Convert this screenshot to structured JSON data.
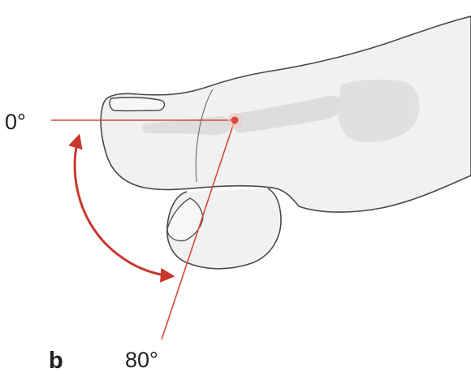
{
  "figure": {
    "panel_label": "b",
    "angle_start_label": "0°",
    "angle_end_label": "80°"
  },
  "colors": {
    "line_red": "#d64a3c",
    "arrow_red": "#c8372b",
    "skin_fill": "#f1f1f1",
    "outline": "#4a4a4a",
    "bone": "#dadada"
  },
  "icons": {
    "arc_arrow": "double-headed-curved-arrow",
    "joint": "joint-pivot-dot"
  }
}
